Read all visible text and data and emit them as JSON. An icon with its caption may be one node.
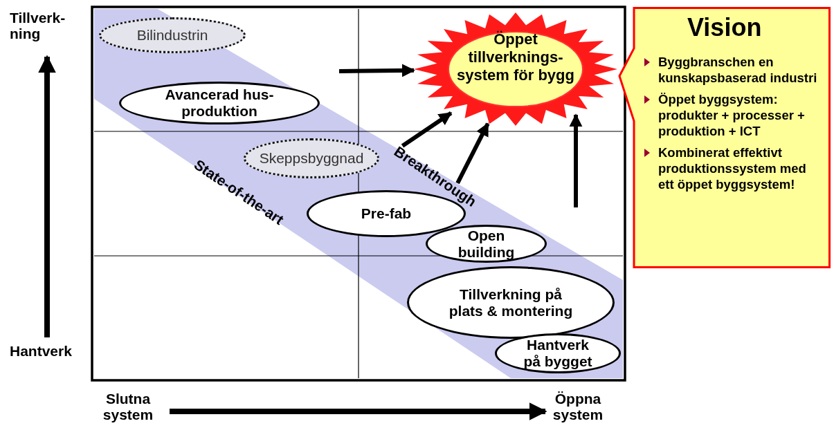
{
  "diagram": {
    "nodes": [
      {
        "text": [
          "Bilindustrin"
        ]
      },
      {
        "text": [
          "Avancerad hus- produktion"
        ]
      },
      {
        "text": [
          "Skeppsbyggnad"
        ]
      },
      {
        "text": [
          "Pre-fab"
        ]
      },
      {
        "text": [
          "Open building"
        ]
      },
      {
        "text": [
          "Tillverkning på plats & montering"
        ]
      },
      {
        "text": [
          "Hantverk på bygget"
        ]
      },
      {
        "text": [
          "Öppet tillverknings- system för bygg"
        ]
      },
      {
        "text": [
          "Vision",
          "Byggbranschen en kunskapsbaserad industri",
          "Öppet byggsystem: produkter + processer + produktion + ICT",
          "Kombinerat effektivt produktionssystem med ett öppet byggsystem!"
        ]
      },
      {
        "text": [
          "Breakthrough"
        ]
      }
    ],
    "edges": [
      {
        "from": null,
        "to": 7,
        "arrow": "to"
      },
      {
        "from": 9,
        "to": 7,
        "arrow": "to"
      },
      {
        "from": 9,
        "to": 7,
        "arrow": "to"
      },
      {
        "from": null,
        "to": 7,
        "arrow": "to"
      }
    ],
    "labels": [
      "Tillverk- ning",
      "Hantverk",
      "Slutna system",
      "Öppna system",
      "State-of-the-art"
    ]
  }
}
